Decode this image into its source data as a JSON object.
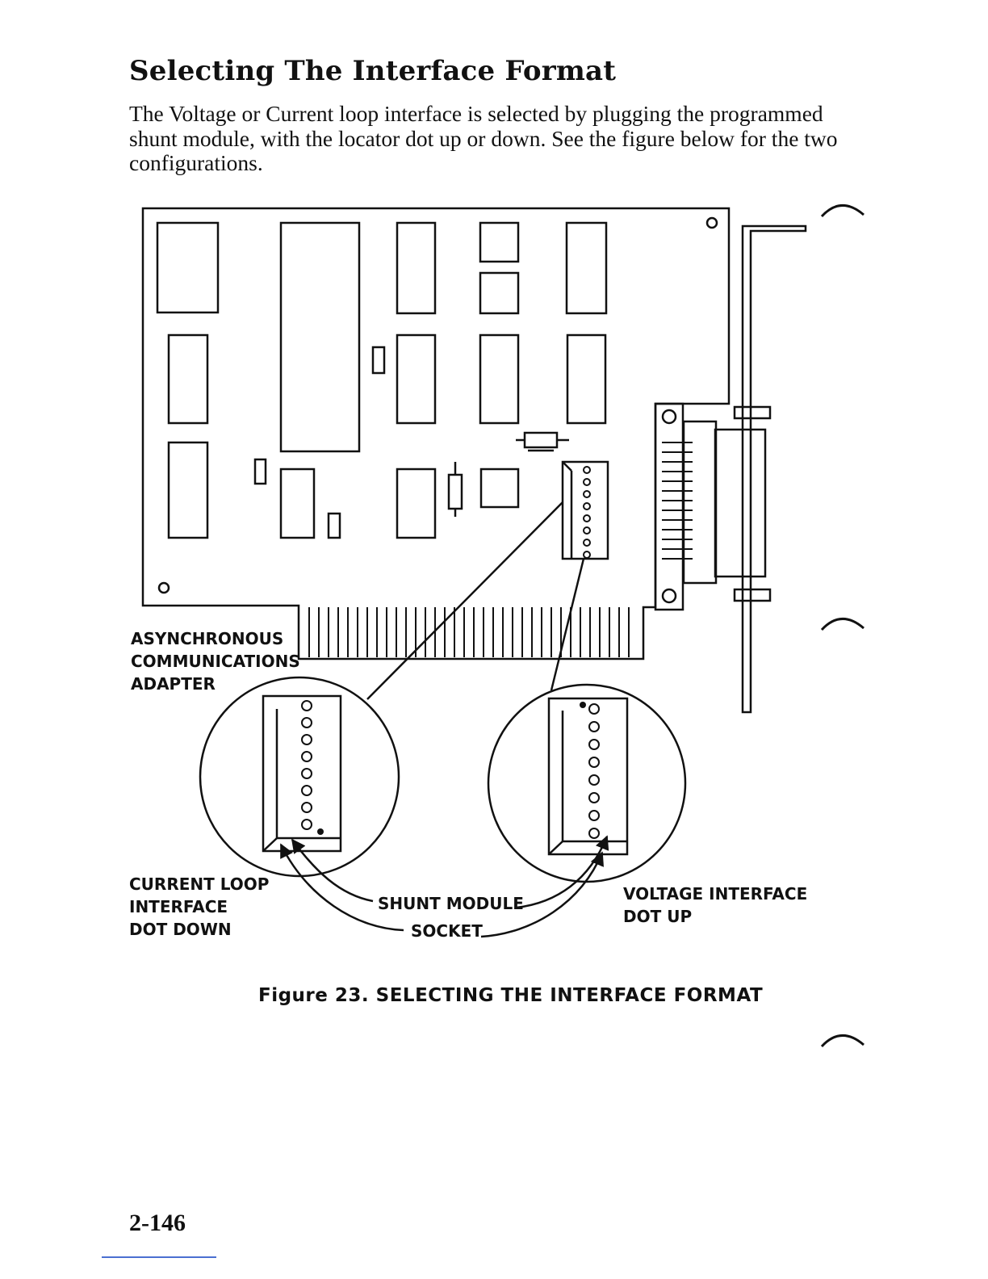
{
  "heading": "Selecting The Interface Format",
  "paragraph": "The Voltage or Current loop interface is selected by plugging the programmed shunt module, with the locator dot up or down. See the figure below for the two configurations.",
  "figure": {
    "adapter_label": [
      "ASYNCHRONOUS",
      "COMMUNICATIONS",
      "ADAPTER"
    ],
    "current_loop_label": [
      "CURRENT LOOP",
      "INTERFACE",
      "DOT DOWN"
    ],
    "shunt_module_label": "SHUNT MODULE",
    "socket_label": "SOCKET",
    "voltage_label": [
      "VOLTAGE INTERFACE",
      "DOT UP"
    ]
  },
  "caption": "Figure 23.  SELECTING THE INTERFACE FORMAT",
  "page_number": "2-146"
}
